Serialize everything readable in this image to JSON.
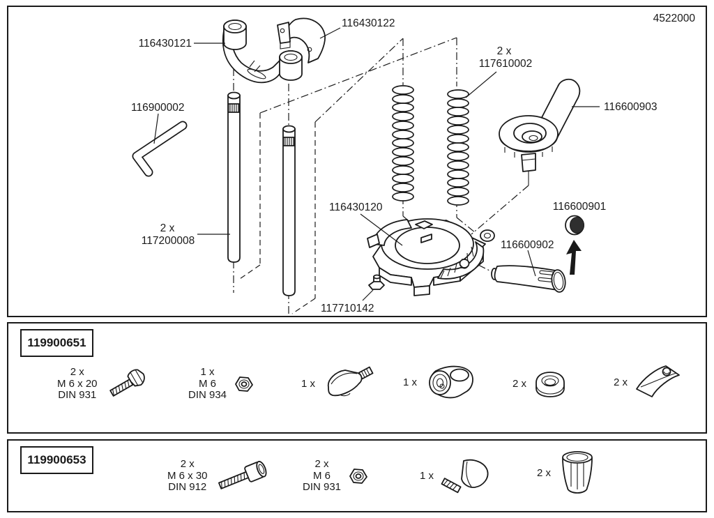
{
  "doc_number": "4522000",
  "colors": {
    "ink": "#1a1a1a",
    "cap_face": "#2f2f2f"
  },
  "diagram": {
    "part_labels": {
      "clamp_left": "116430121",
      "clamp_right": "116430122",
      "springs_qty": "2 x",
      "springs": "117610002",
      "hex_key": "116900002",
      "swivel": "116600903",
      "base": "116430120",
      "cap": "116600901",
      "handle": "116600902",
      "rods_qty": "2 x",
      "rods": "117200008",
      "nut": "117710142"
    }
  },
  "kits": [
    {
      "code": "119900651",
      "items": [
        {
          "qty": "2 x",
          "spec": "M 6 x 20",
          "standard": "DIN 931",
          "icon": "hex-bolt"
        },
        {
          "qty": "1 x",
          "spec": "M 6",
          "standard": "DIN 934",
          "icon": "hex-nut"
        },
        {
          "qty": "1 x",
          "icon": "thumb-knob"
        },
        {
          "qty": "1 x",
          "icon": "clamp-block"
        },
        {
          "qty": "2 x",
          "icon": "ring-nut"
        },
        {
          "qty": "2 x",
          "icon": "pressure-plate"
        }
      ]
    },
    {
      "code": "119900653",
      "items": [
        {
          "qty": "2 x",
          "spec": "M 6 x 30",
          "standard": "DIN 912",
          "icon": "socket-screw"
        },
        {
          "qty": "2 x",
          "spec": "M 6",
          "standard": "DIN 931",
          "icon": "hex-nut"
        },
        {
          "qty": "1 x",
          "icon": "wing-knob"
        },
        {
          "qty": "2 x",
          "icon": "fluted-knob"
        }
      ]
    }
  ]
}
